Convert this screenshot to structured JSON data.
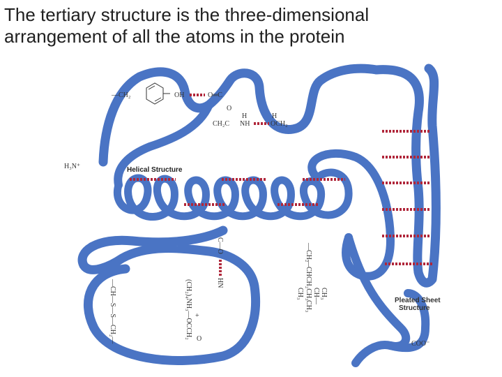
{
  "title": {
    "line1": "The tertiary structure is the three-dimensional",
    "line2": "arrangement of all the atoms in the protein"
  },
  "colors": {
    "ribbon": "#4a74c4",
    "bond": "#b0263a",
    "text": "#202020"
  },
  "labels": {
    "helical": "Helical Structure",
    "pleated_1": "Pleated Sheet",
    "pleated_2": "Structure",
    "n_terminus": "H₃N⁺",
    "c_terminus": "COO⁻",
    "phe_group": "—CH₂",
    "oh": "OH",
    "co_top": "O═C",
    "ch2c": "CH₂C",
    "carbonyl_o": "O",
    "nh_top": "NH",
    "h1": "H",
    "h2": "H",
    "och2": "OCH₂",
    "c_o_mid": "C—O",
    "hn_mid": "HN",
    "leu_1": "—CH₂",
    "leu_2": "—CHCH₂CH₃",
    "leu_3": "CH₃",
    "leu_4": "CH₃",
    "leu_5": "CH—",
    "leu_6": "CH₃",
    "disulfide": "—CH—S—S—CH₂—",
    "ionic": "(CH₂)₄NH₃—OCCH₂",
    "plus": "+",
    "ionic_o": "O"
  }
}
